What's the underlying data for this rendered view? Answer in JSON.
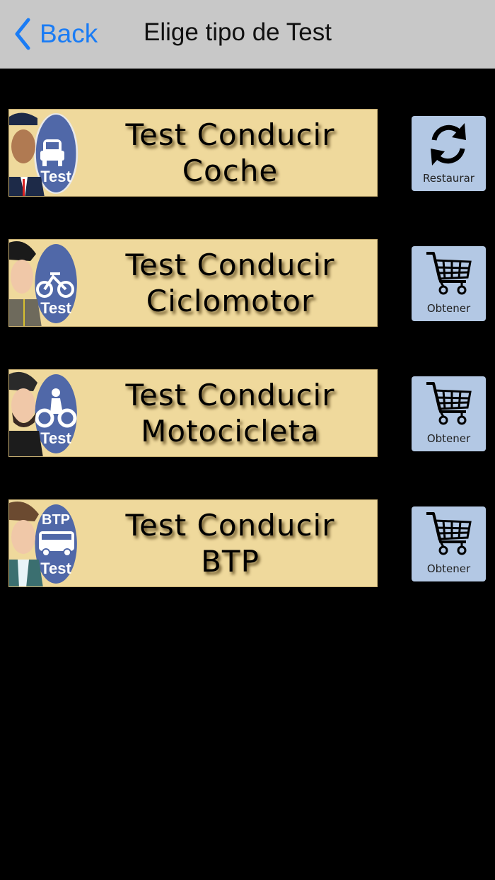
{
  "navbar": {
    "back_label": "Back",
    "title": "Elige tipo de Test",
    "accent_color": "#1a7cf5"
  },
  "tests": [
    {
      "line1": "Test Conducir",
      "line2": "Coche",
      "badge_top": "",
      "badge_text": "Test",
      "vehicle_icon": "car-icon",
      "action_label": "Restaurar",
      "action_icon": "refresh-icon"
    },
    {
      "line1": "Test Conducir",
      "line2": "Ciclomotor",
      "badge_top": "",
      "badge_text": "Test",
      "vehicle_icon": "moped-icon",
      "action_label": "Obtener",
      "action_icon": "shopping-cart-icon"
    },
    {
      "line1": "Test Conducir",
      "line2": "Motocicleta",
      "badge_top": "",
      "badge_text": "Test",
      "vehicle_icon": "motorcycle-icon",
      "action_label": "Obtener",
      "action_icon": "shopping-cart-icon"
    },
    {
      "line1": "Test Conducir",
      "line2": "BTP",
      "badge_top": "BTP",
      "badge_text": "Test",
      "vehicle_icon": "bus-icon",
      "action_label": "Obtener",
      "action_icon": "shopping-cart-icon"
    }
  ]
}
